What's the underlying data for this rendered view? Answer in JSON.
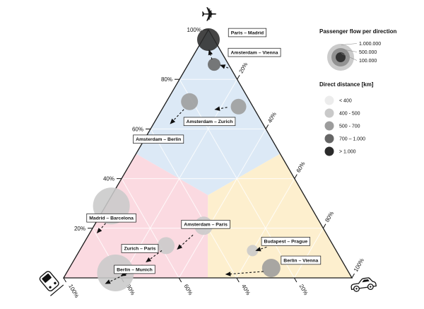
{
  "figure": {
    "background": "#ffffff",
    "icons": {
      "plane": "✈",
      "train": "train-front-icon",
      "car": "car-side-icon"
    }
  },
  "chart_data": {
    "type": "ternary-bubble",
    "description": "Modal split (plane / train / car) of European city pairs; bubble size = passenger flow per direction, bubble shade = direct distance",
    "axes": {
      "plane": {
        "side": "left",
        "icon": "plane-icon",
        "tick_labels": [
          "100%",
          "80%",
          "60%",
          "40%",
          "20%"
        ]
      },
      "train": {
        "side": "bottom",
        "icon": "train-icon",
        "tick_labels": [
          "100%",
          "80%",
          "60%",
          "40%",
          "20%"
        ]
      },
      "car": {
        "side": "right",
        "icon": "car-icon",
        "tick_labels": [
          "20%",
          "40%",
          "60%",
          "80%",
          "100%"
        ]
      }
    },
    "grid_step_percent": 20,
    "regions": [
      {
        "name": "plane-dominant",
        "color": "#dce9f6"
      },
      {
        "name": "train-dominant",
        "color": "#fbdae1"
      },
      {
        "name": "car-dominant",
        "color": "#fdefce"
      }
    ],
    "points": [
      {
        "label": "Paris – Madrid",
        "plane": 96,
        "train": 2,
        "car": 2,
        "radius": 16,
        "distance_class": "> 1.000",
        "label_offset": [
          55,
          -10
        ],
        "arrows": [
          [
            5,
            28,
            1,
            15
          ]
        ]
      },
      {
        "label": "Amsterdam – Vienna",
        "plane": 86,
        "train": 5,
        "car": 9,
        "radius": 9,
        "distance_class": "700 – 1.000",
        "label_offset": [
          57,
          -17
        ],
        "arrows": [
          [
            20,
            5,
            9,
            1
          ]
        ]
      },
      {
        "label": "Amsterdam – Zurich",
        "plane": 69,
        "train": 5,
        "car": 26,
        "radius": 11,
        "distance_class": "500 - 700",
        "label_offset": [
          -41,
          21
        ],
        "arrows": [
          [
            -16,
            1,
            -33,
            4
          ]
        ]
      },
      {
        "label": "Amsterdam – Berlin",
        "plane": 71,
        "train": 21,
        "car": 8,
        "radius": 12,
        "distance_class": "500 - 700",
        "label_offset": [
          -44,
          53
        ],
        "arrows": [
          [
            -8,
            11,
            -27,
            31
          ]
        ]
      },
      {
        "label": "Madrid – Barcelona",
        "plane": 29,
        "train": 69,
        "car": 2,
        "radius": 26,
        "distance_class": "400 - 500",
        "label_offset": [
          0,
          17
        ],
        "arrows": [
          [
            3,
            12,
            -20,
            38
          ]
        ]
      },
      {
        "label": "Amsterdam – Paris",
        "plane": 21,
        "train": 41,
        "car": 38,
        "radius": 13,
        "distance_class": "400 - 500",
        "label_offset": [
          3,
          -2
        ],
        "arrows": [
          [
            -15,
            13,
            -37,
            33
          ]
        ]
      },
      {
        "label": "Zurich – Paris",
        "plane": 13,
        "train": 58,
        "car": 29,
        "radius": 12,
        "distance_class": "400 - 500",
        "label_offset": [
          -37,
          4
        ],
        "arrows": [
          [
            -6,
            7,
            -28,
            23
          ]
        ]
      },
      {
        "label": "Berlin – Munich",
        "plane": 2,
        "train": 81,
        "car": 17,
        "radius": 26,
        "distance_class": "400 - 500",
        "label_offset": [
          27,
          -5
        ],
        "arrows": [
          [
            38,
            -11,
            8,
            4
          ],
          [
            16,
            1,
            -14,
            15
          ]
        ]
      },
      {
        "label": "Budapest – Prague",
        "plane": 11,
        "train": 29,
        "car": 60,
        "radius": 8,
        "distance_class": "400 - 500",
        "label_offset": [
          47,
          -13
        ],
        "arrows": [
          [
            20,
            -5,
            5,
            0
          ]
        ]
      },
      {
        "label": "Berlin – Vienna",
        "plane": 4,
        "train": 26,
        "car": 70,
        "radius": 13,
        "distance_class": "500 - 700",
        "label_offset": [
          42,
          -11
        ],
        "arrows": [
          [
            -11,
            5,
            -64,
            9
          ]
        ]
      }
    ],
    "legend_flow": {
      "title": "Passenger flow per direction",
      "entries": [
        {
          "label": "1.000.000",
          "radius": 19,
          "color": "#cbcbcb"
        },
        {
          "label": "500.000",
          "radius": 13,
          "color": "#929292"
        },
        {
          "label": "100.000",
          "radius": 7,
          "color": "#333333"
        }
      ]
    },
    "legend_distance": {
      "title": "Direct distance [km]",
      "entries": [
        {
          "label": "< 400",
          "color": "#ececec"
        },
        {
          "label": "400 - 500",
          "color": "#c9c9c9"
        },
        {
          "label": "500 - 700",
          "color": "#9c9c9c"
        },
        {
          "label": "700 – 1.000",
          "color": "#666666"
        },
        {
          "label": "> 1.000",
          "color": "#2b2b2b"
        }
      ]
    }
  }
}
